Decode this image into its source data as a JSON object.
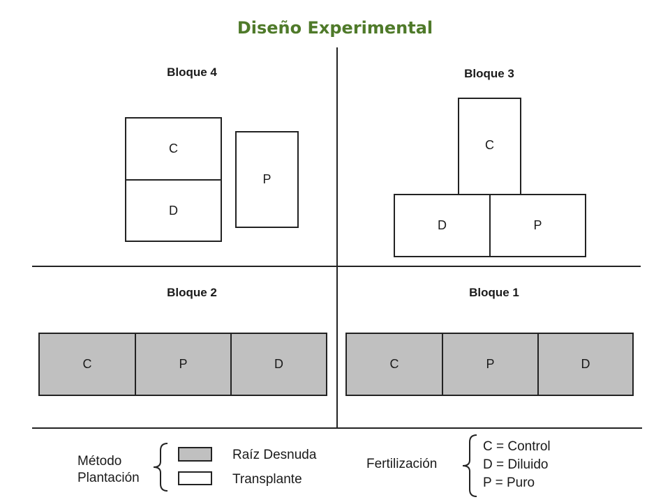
{
  "title": "Diseño Experimental",
  "blocks": {
    "b4": {
      "title": "Bloque 4",
      "plots": [
        "C",
        "D",
        "P"
      ]
    },
    "b3": {
      "title": "Bloque 3",
      "plots": [
        "C",
        "D",
        "P"
      ]
    },
    "b2": {
      "title": "Bloque 2",
      "plots": [
        "C",
        "P",
        "D"
      ]
    },
    "b1": {
      "title": "Bloque 1",
      "plots": [
        "C",
        "P",
        "D"
      ]
    }
  },
  "legend": {
    "metodo": {
      "label_line1": "Método",
      "label_line2": "Plantación",
      "raiz": "Raíz Desnuda",
      "trasplante": "Transplante"
    },
    "fertilizacion": {
      "label": "Fertilización",
      "items": [
        "C = Control",
        "D = Diluido",
        "P = Puro"
      ]
    }
  },
  "colors": {
    "title": "#4f7a2a",
    "gray_fill": "#c0c0c0",
    "line": "#222222"
  }
}
